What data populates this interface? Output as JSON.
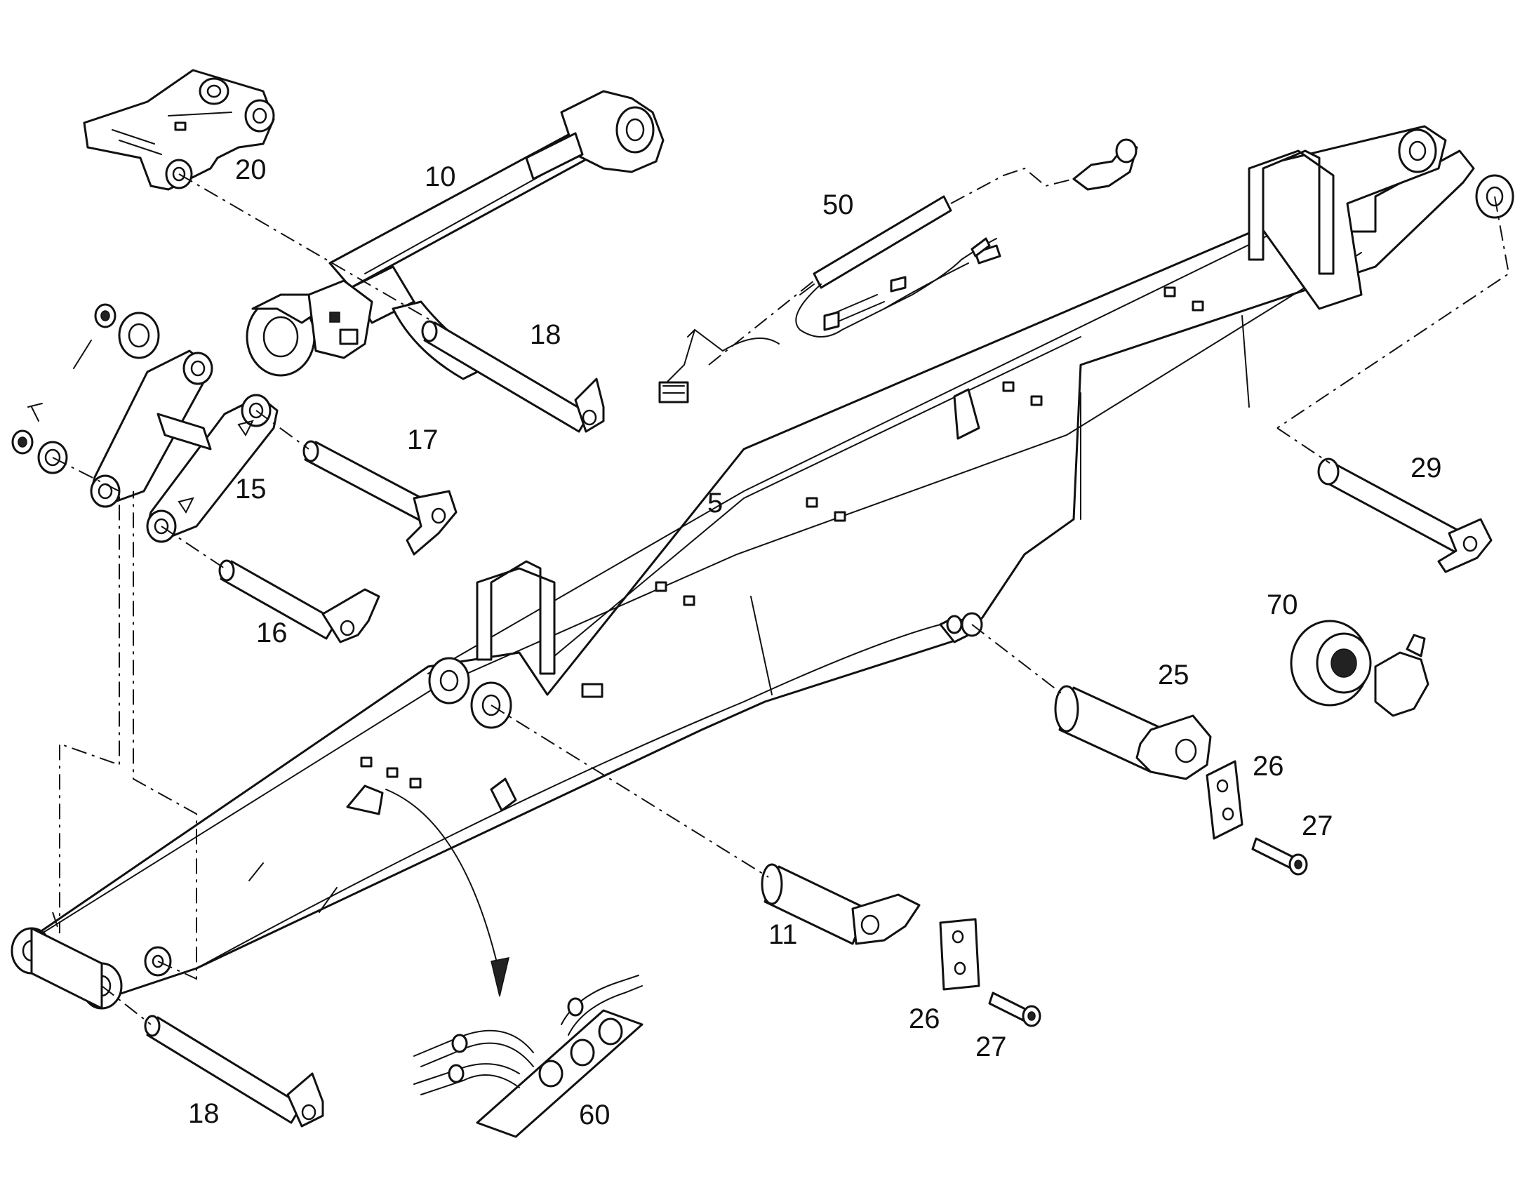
{
  "callouts": [
    {
      "id": "c20",
      "label": "20"
    },
    {
      "id": "c10",
      "label": "10"
    },
    {
      "id": "c50",
      "label": "50"
    },
    {
      "id": "c18a",
      "label": "18"
    },
    {
      "id": "c17",
      "label": "17"
    },
    {
      "id": "c15",
      "label": "15"
    },
    {
      "id": "c5",
      "label": "5"
    },
    {
      "id": "c29",
      "label": "29"
    },
    {
      "id": "c16",
      "label": "16"
    },
    {
      "id": "c70",
      "label": "70"
    },
    {
      "id": "c25",
      "label": "25"
    },
    {
      "id": "c26a",
      "label": "26"
    },
    {
      "id": "c27a",
      "label": "27"
    },
    {
      "id": "c11",
      "label": "11"
    },
    {
      "id": "c26b",
      "label": "26"
    },
    {
      "id": "c27b",
      "label": "27"
    },
    {
      "id": "c18b",
      "label": "18"
    },
    {
      "id": "c60",
      "label": "60"
    }
  ]
}
